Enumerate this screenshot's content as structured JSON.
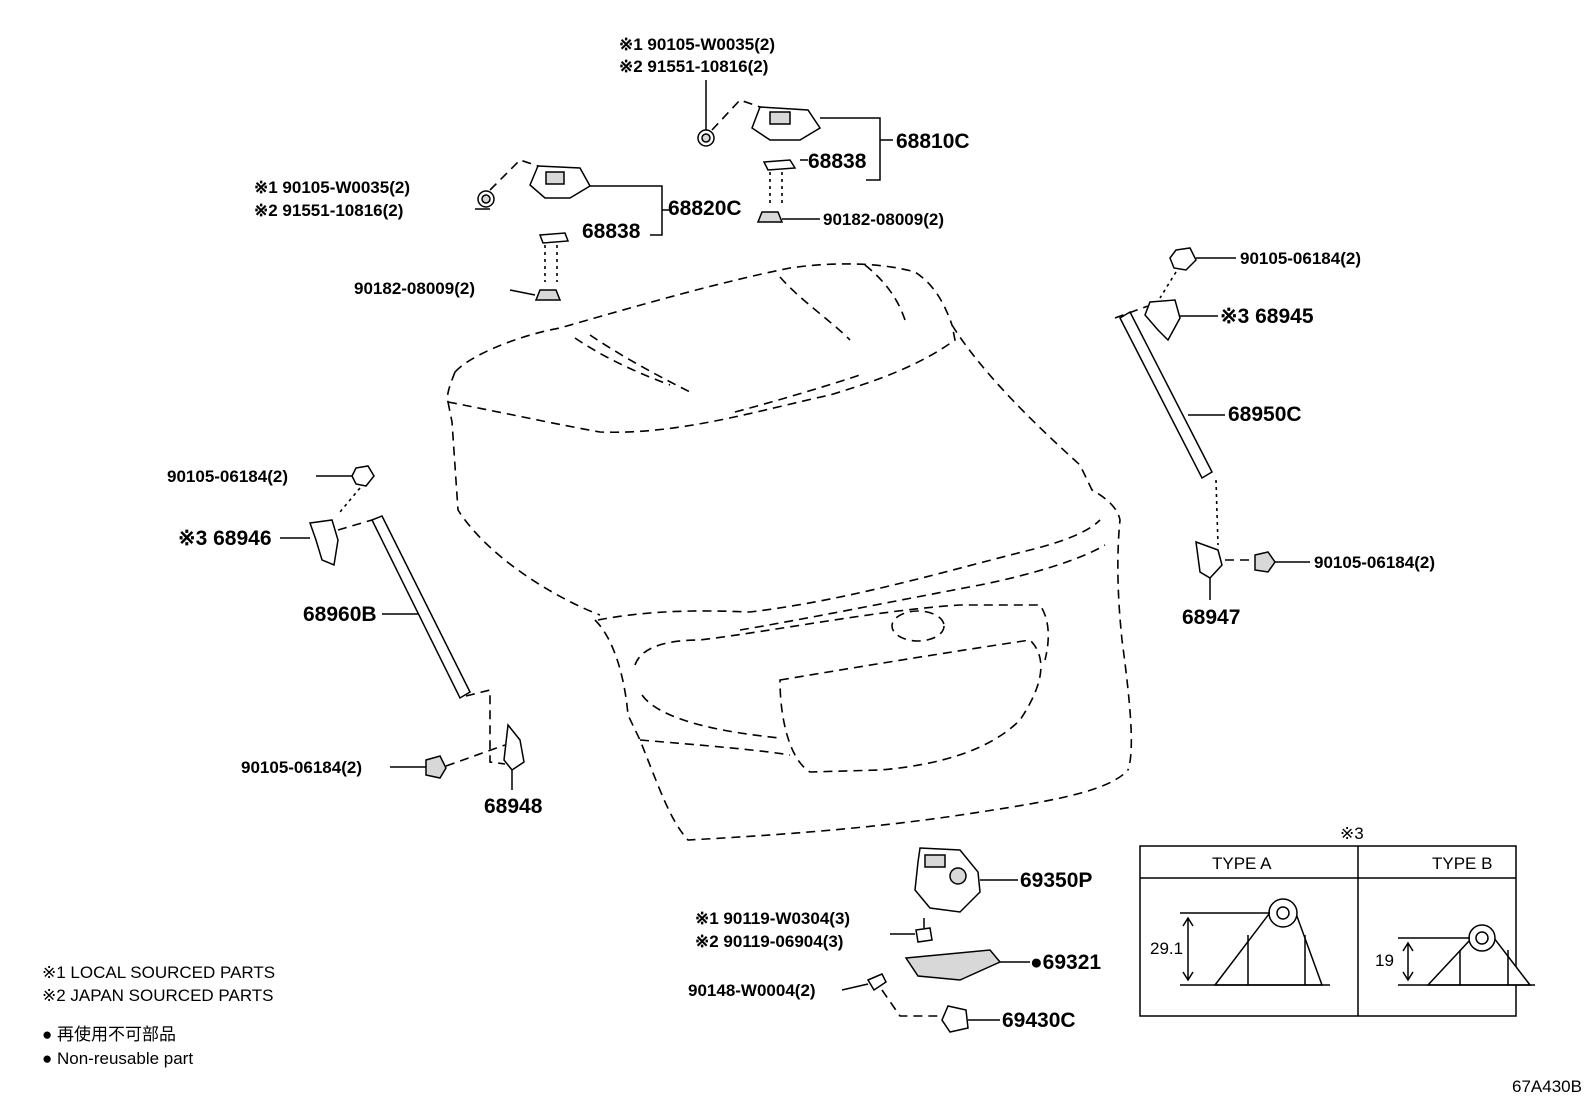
{
  "diagram_code": "67A430B",
  "notes": {
    "star3_marker": "※3",
    "local_sourced": "※1  LOCAL SOURCED PARTS",
    "japan_sourced": "※2  JAPAN SOURCED PARTS",
    "nonreusable_jp": "● 再使用不可部品",
    "nonreusable_en": "● Non-reusable part"
  },
  "callouts": {
    "hinge_rh_bolt_1": "※1 90105-W0035(2)",
    "hinge_rh_bolt_2": "※2 91551-10816(2)",
    "hinge_rh_assy": "68810C",
    "hinge_rh_shim": "68838",
    "hinge_rh_nut": "90182-08009(2)",
    "hinge_lh_bolt_1": "※1 90105-W0035(2)",
    "hinge_lh_bolt_2": "※2 91551-10816(2)",
    "hinge_lh_assy": "68820C",
    "hinge_lh_shim": "68838",
    "hinge_lh_nut": "90182-08009(2)",
    "rh_upper_bolt": "90105-06184(2)",
    "rh_upper_bracket": "※3 68945",
    "rh_damper": "68950C",
    "rh_lower_bolt": "90105-06184(2)",
    "rh_lower_bracket": "68947",
    "lh_upper_bolt": "90105-06184(2)",
    "lh_upper_bracket": "※3 68946",
    "lh_damper": "68960B",
    "lh_lower_bolt": "90105-06184(2)",
    "lh_lower_bracket": "68948",
    "lock_assy": "69350P",
    "lock_bolt_1": "※1 90119-W0304(3)",
    "lock_bolt_2": "※2 90119-06904(3)",
    "lock_seal": "●69321",
    "striker_screw": "90148-W0004(2)",
    "striker": "69430C"
  },
  "type_table": {
    "type_a": "TYPE A",
    "type_b": "TYPE B",
    "dim_a": "29.1",
    "dim_b": "19"
  }
}
